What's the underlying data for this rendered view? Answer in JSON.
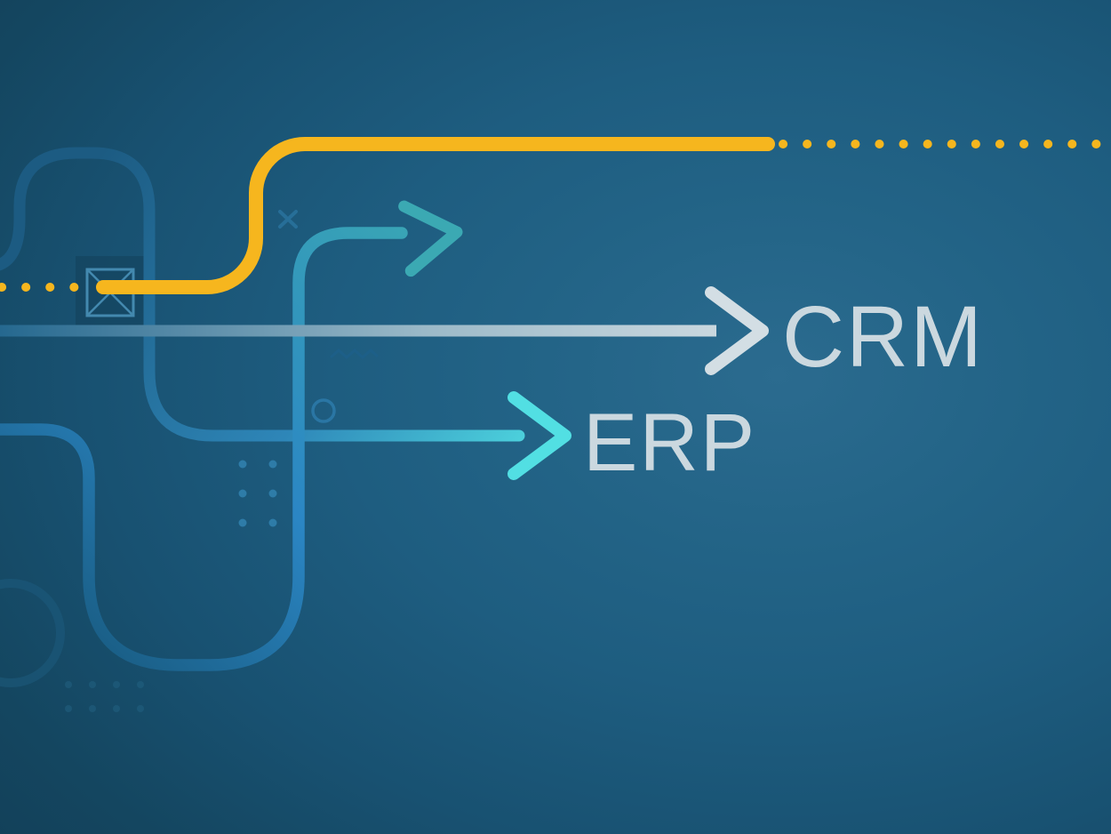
{
  "illustration": {
    "description": "Abstract circuit-style flow diagram with arrows feeding into CRM and ERP",
    "labels": {
      "crm": "CRM",
      "erp": "ERP"
    },
    "icons": [
      {
        "name": "envelope-icon",
        "shape": "square-with-x"
      },
      {
        "name": "x-mark-icon",
        "shape": "small-cross"
      },
      {
        "name": "squiggle-icon",
        "shape": "zigzag-line"
      },
      {
        "name": "circle-icon",
        "shape": "small-ring"
      },
      {
        "name": "dot-grid-icon",
        "shape": "2x3-dots"
      },
      {
        "name": "faint-circle-icon",
        "shape": "large-ring"
      },
      {
        "name": "faint-dot-grid-icon",
        "shape": "4x2-dots"
      },
      {
        "name": "right-arrow-icon",
        "shape": "chevron-arrowhead"
      }
    ]
  },
  "colors": {
    "accent-yellow": "#F6B61E",
    "arrow-light": "#D3DEE4",
    "arrow-cyan": "#52DFE3",
    "arrow-teal": "#3BA9B3",
    "circuit-bright": "#2B86C4",
    "circuit-dim": "#1D5E86",
    "decor-blue": "#2A76A4",
    "text-light": "#CBD8DF",
    "bg-center": "#2B6B8F",
    "bg-edge": "#123F58"
  }
}
